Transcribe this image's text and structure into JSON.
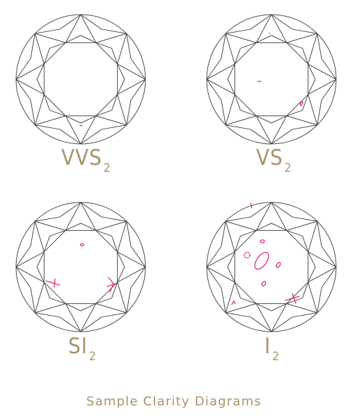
{
  "caption": "Sample Clarity Diagrams",
  "colors": {
    "label": "#a8946a",
    "outline": "#4a4a4a",
    "inclusion": "#e0287c"
  },
  "diagrams": [
    {
      "grade": "VVS",
      "sub": "2"
    },
    {
      "grade": "VS",
      "sub": "2"
    },
    {
      "grade": "SI",
      "sub": "2"
    },
    {
      "grade": "I",
      "sub": "2"
    }
  ]
}
